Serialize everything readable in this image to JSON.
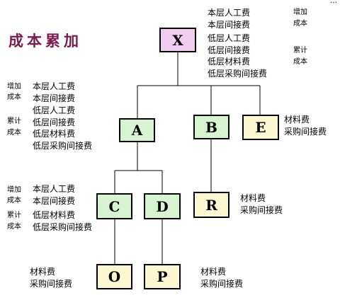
{
  "title": "成本累加",
  "corner_mark": "…",
  "nodes": {
    "X": "X",
    "A": "A",
    "B": "B",
    "E": "E",
    "C": "C",
    "D": "D",
    "R": "R",
    "O": "O",
    "P": "P"
  },
  "labels": {
    "x_l1": "本层人工费",
    "x_l2": "本层间接费",
    "x_l3": "低层人工费",
    "x_l4": "低层间接费",
    "x_l5": "低层材料费",
    "x_l6": "低层采购间接费",
    "x_t1": "增加",
    "x_t2": "成本",
    "x_t3": "累计",
    "x_t4": "成本",
    "a_t1": "增加",
    "a_t2": "成本",
    "a_t3": "累计",
    "a_t4": "成本",
    "a_l1": "本层人工费",
    "a_l2": "本层间接费",
    "a_l3": "低层人工费",
    "a_l4": "低层间接费",
    "a_l5": "低层材料费",
    "a_l6": "低层采购间接费",
    "e_l1": "材料费",
    "e_l2": "采购间接费",
    "c_t1": "增加",
    "c_t2": "成本",
    "c_t3": "累计",
    "c_t4": "成本",
    "c_l1": "本层人工费",
    "c_l2": "本层间接费",
    "c_l3": "低层材料费",
    "c_l4": "低层采购间接费",
    "r_l1": "材料费",
    "r_l2": "采购间接费",
    "o_l1": "材料费",
    "o_l2": "采购间接费",
    "p_l1": "材料费",
    "p_l2": "采购间接费"
  },
  "colors": {
    "top_node": "#f2cdf0",
    "mid_node": "#d6f4cf",
    "leaf_node": "#fdf8cf",
    "title": "#7a1a4e"
  }
}
